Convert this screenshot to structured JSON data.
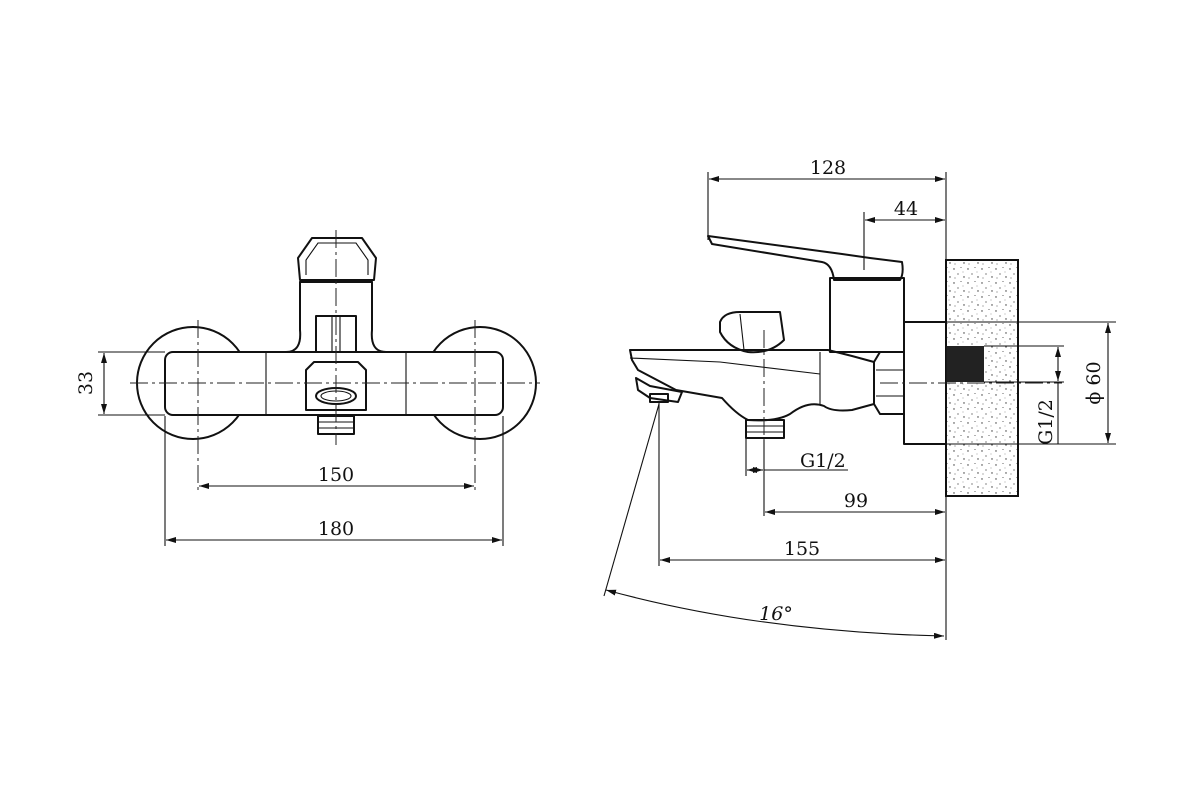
{
  "front_view": {
    "dims": {
      "height": "33",
      "centers": "150",
      "overall_width": "180"
    }
  },
  "side_view": {
    "dims": {
      "lever_length": "128",
      "body_depth": "44",
      "inlet_thread": "G1/2",
      "outlet_offset": "99",
      "spout_length": "155",
      "angle": "16°",
      "flange_diameter": "ϕ 60",
      "wall_thread": "G1/2"
    }
  }
}
